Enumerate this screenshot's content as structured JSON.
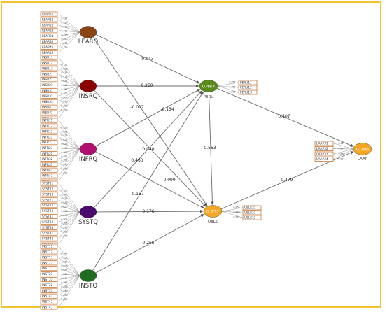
{
  "constructs": [
    {
      "id": "LEARQ",
      "label": "LEARQ",
      "color": "#8b4513",
      "r2": ""
    },
    {
      "id": "INSRQ",
      "label": "INSRQ",
      "color": "#8b0000",
      "r2": ""
    },
    {
      "id": "INFRQ",
      "label": "INFRQ",
      "color": "#b0106e",
      "r2": ""
    },
    {
      "id": "SYSTQ",
      "label": "SYSTQ",
      "color": "#4b0a6e",
      "r2": ""
    },
    {
      "id": "INSTQ",
      "label": "INSTQ",
      "color": "#1f6b1f",
      "r2": ""
    },
    {
      "id": "PERU",
      "label": "PERU",
      "color": "#5a8a1a",
      "r2": "0.487"
    },
    {
      "id": "UELS",
      "label": "UELS",
      "color": "#f5a623",
      "r2": "0.732"
    },
    {
      "id": "LAAP",
      "label": "LAAP",
      "color": "#f5a623",
      "r2": "0.706"
    }
  ],
  "indicators": {
    "LEARQ": [
      "LEAR11",
      "LEAR12",
      "LEAR21",
      "LEAR22",
      "LEAR31",
      "LEAR32",
      "LEAR41",
      "LEAR42"
    ],
    "INSRQ": [
      "INSR11",
      "INSR12",
      "INSR13",
      "INSR21",
      "INSR22",
      "INSR23",
      "INSR31",
      "INSR32",
      "INSR33",
      "INSR41",
      "INSR42",
      "INSR43"
    ],
    "INFRQ": [
      "INFR11",
      "INFR12",
      "INFR13",
      "INFR21",
      "INFR22",
      "INFR23",
      "INFR31",
      "INFR32",
      "INFR33",
      "INFR41",
      "INFR42",
      "INFR43"
    ],
    "SYSTQ": [
      "SYST11",
      "SYST12",
      "SYST13",
      "SYST21",
      "SYST22",
      "SYST23",
      "SYST31",
      "SYST32",
      "SYST33",
      "SYST41",
      "SYST42",
      "SYST43"
    ],
    "INSTQ": [
      "INST11",
      "INST12",
      "INST13",
      "INST21",
      "INST22",
      "INST23",
      "INST31",
      "INST32",
      "INST33",
      "INST41",
      "INST42",
      "INST43"
    ],
    "PERU": [
      "PERU11",
      "PERU12",
      "PERU13"
    ],
    "UELS": [
      "UELS21",
      "UELS22",
      "UELS23"
    ],
    "LAAP": [
      "LAAP31",
      "LAAP32",
      "LAAP33",
      "LAAP34"
    ]
  },
  "loadings": {
    "LEARQ": [
      "0.797",
      "0.826",
      "0.838",
      "0.788",
      "0.775",
      "0.810",
      "0.802",
      "0.779"
    ],
    "INSRQ": [
      "0.792",
      "0.808",
      "0.816",
      "0.778",
      "0.834",
      "0.810",
      "0.786",
      "0.822",
      "0.804",
      "0.815",
      "0.798",
      "0.838"
    ],
    "INFRQ": [
      "0.819",
      "0.845",
      "0.825",
      "0.822",
      "0.813",
      "0.807",
      "0.806",
      "0.831",
      "0.797",
      "0.840",
      "0.812",
      "0.809"
    ],
    "SYSTQ": [
      "0.785",
      "0.847",
      "0.813",
      "0.816",
      "0.830",
      "0.848",
      "0.846",
      "0.809",
      "0.826",
      "0.826",
      "0.839",
      "0.840"
    ],
    "INSTQ": [
      "0.844",
      "0.851",
      "0.834",
      "0.826",
      "0.827",
      "0.834",
      "0.844",
      "0.846",
      "0.838",
      "0.849",
      "0.830",
      "0.829"
    ],
    "PERU": [
      "0.858",
      "0.859",
      "0.817"
    ],
    "UELS": [
      "0.856",
      "0.880",
      "0.862"
    ],
    "LAAP": [
      "0.827",
      "0.849",
      "0.850",
      "0.856"
    ]
  },
  "paths": [
    {
      "from": "LEARQ",
      "to": "PERU",
      "coef": "0.043"
    },
    {
      "from": "LEARQ",
      "to": "UELS",
      "coef": "-0.017"
    },
    {
      "from": "INSRQ",
      "to": "PERU",
      "coef": "0.250"
    },
    {
      "from": "INSRQ",
      "to": "UELS",
      "coef": "0.048"
    },
    {
      "from": "INFRQ",
      "to": "PERU",
      "coef": "-0.134"
    },
    {
      "from": "INFRQ",
      "to": "UELS",
      "coef": "-0.099"
    },
    {
      "from": "SYSTQ",
      "to": "PERU",
      "coef": "0.460"
    },
    {
      "from": "SYSTQ",
      "to": "UELS",
      "coef": "0.176"
    },
    {
      "from": "INSTQ",
      "to": "PERU",
      "coef": "0.157"
    },
    {
      "from": "INSTQ",
      "to": "UELS",
      "coef": "0.265"
    },
    {
      "from": "PERU",
      "to": "UELS",
      "coef": "0.563"
    },
    {
      "from": "PERU",
      "to": "LAAP",
      "coef": "0.407"
    },
    {
      "from": "UELS",
      "to": "LAAP",
      "coef": "0.479"
    }
  ],
  "colors": {
    "frame": "#f2c230",
    "indicator_border": "#c87a3a",
    "arrow": "#6b6b6b"
  }
}
